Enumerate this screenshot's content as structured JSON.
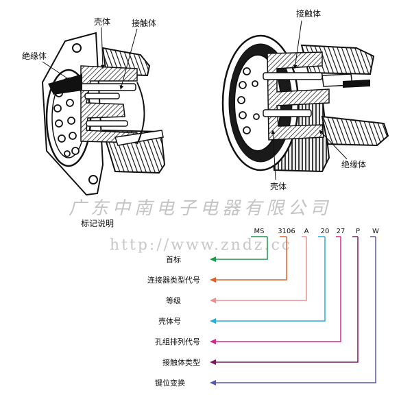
{
  "left_figure": {
    "labels": {
      "shell": "壳体",
      "contact": "接触体",
      "insulator": "绝缘体"
    }
  },
  "right_figure": {
    "labels": {
      "contact": "接触体",
      "insulator": "绝缘体",
      "shell": "壳体"
    }
  },
  "watermark": {
    "company": "广东中南电子电器有限公司",
    "url": "http://www.zndz.cc"
  },
  "legend": {
    "title": "标记说明",
    "codes": [
      "MS",
      "3106",
      "A",
      "20",
      "27",
      "P",
      "W"
    ],
    "rows": [
      {
        "label": "首标",
        "color": "#1a9a4a"
      },
      {
        "label": "连接器类型代号",
        "color": "#e0602a"
      },
      {
        "label": "等级",
        "color": "#e89090"
      },
      {
        "label": "壳体号",
        "color": "#2aaed8"
      },
      {
        "label": "孔组排列代号",
        "color": "#d8288a"
      },
      {
        "label": "接触体类型",
        "color": "#7a1a5a"
      },
      {
        "label": "键位变换",
        "color": "#5a58a8"
      }
    ]
  }
}
